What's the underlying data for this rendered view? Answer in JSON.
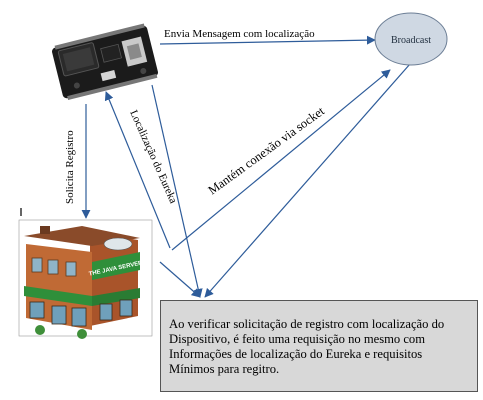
{
  "nodes": {
    "device": {
      "icon": "esp8266-board-icon"
    },
    "server": {
      "icon": "java-server-building-icon",
      "sign": "THE JAVA SERVER"
    },
    "broadcast": {
      "label": "Broadcast"
    }
  },
  "edges": {
    "envia": "Envia Mensagem com localização",
    "solicita": "Solicita Registro",
    "localizacao": "Localização do Eureka",
    "mantem": "Mantém conexão via socket"
  },
  "note": {
    "lines": [
      "Ao verificar solicitação de registro com localização do",
      "Dispositivo, é feito uma requisição no mesmo com",
      "Informações de localização do Eureka e requisitos",
      "Mínimos para regitro."
    ]
  },
  "colors": {
    "arrow": "#2e5c9a",
    "node_fill": "#cfd8e3",
    "note_fill": "#d8d8d8",
    "board": "#1b1b1b",
    "building_wall": "#b5602e",
    "building_trim": "#2f8f3a"
  }
}
